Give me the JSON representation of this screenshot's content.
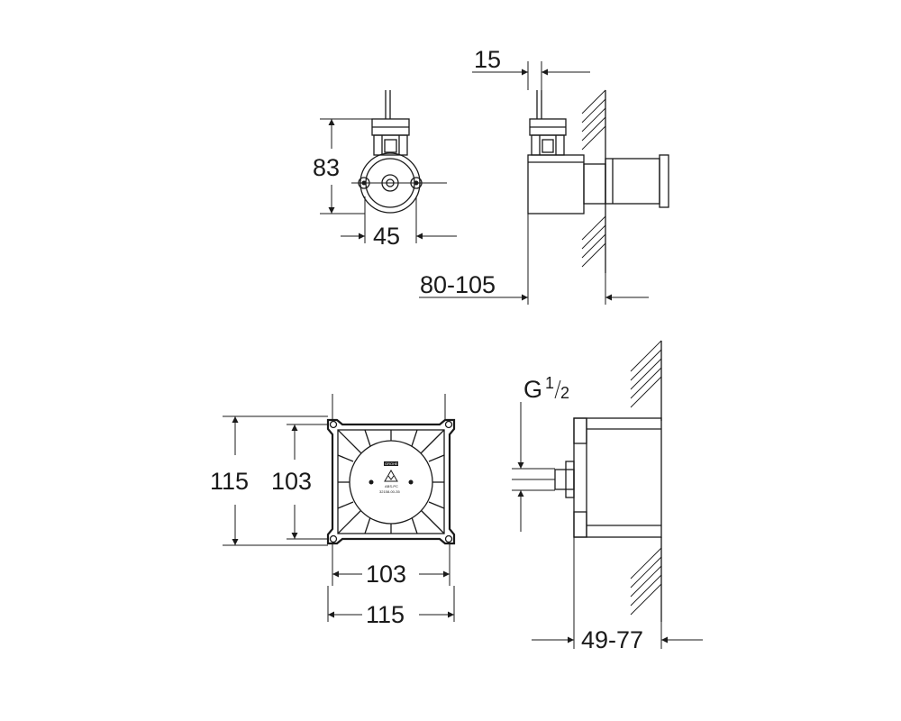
{
  "dimensions": {
    "top_front_height": "83",
    "top_front_width": "45",
    "top_side_offset": "15",
    "top_side_depth": "80-105",
    "box_outer_height": "115",
    "box_inner_height": "103",
    "box_inner_width": "103",
    "box_outer_width": "115",
    "thread_prefix": "G",
    "thread_numerator": "1",
    "thread_denominator": "2",
    "box_side_depth": "49-77"
  },
  "logo": {
    "brand": "GROHE",
    "code": "ABS-PC",
    "part": "32158-00-35"
  }
}
